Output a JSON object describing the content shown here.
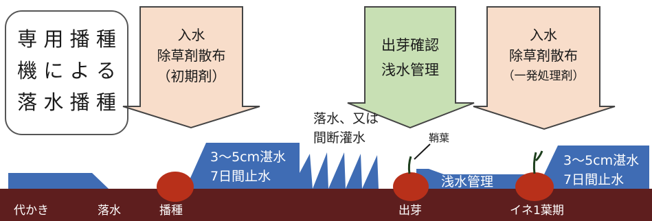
{
  "method_box": {
    "lines": [
      "専 用 播 種",
      "機 に よ る",
      "落 水 播 種"
    ]
  },
  "callouts": [
    {
      "lines": [
        "入水",
        "除草剤散布",
        "（初期剤）"
      ],
      "color": "#f8ddca"
    },
    {
      "lines": [
        "出芽確認",
        "浅水管理"
      ],
      "color": "#c8e0b4"
    },
    {
      "lines": [
        "入水",
        "除草剤散布",
        "（一発処理剤）"
      ],
      "color": "#f8ddca"
    }
  ],
  "water_labels": {
    "flood1_line1": "3～5cm湛水",
    "flood1_line2": "7日間止水",
    "shallow": "浅水管理",
    "flood2_line1": "3～5cm湛水",
    "flood2_line2": "7日間止水"
  },
  "drain_label": {
    "line1": "落水、又は",
    "line2": "間断灌水"
  },
  "seedling_label": "鞘葉",
  "stages": [
    "代かき",
    "落水",
    "播種",
    "出芽",
    "イネ1葉期"
  ],
  "colors": {
    "water": "#3f6cb4",
    "soil": "#5e1e1e",
    "seed": "#b8301a",
    "callout_outline": "#444444",
    "text_white": "#ffffff"
  }
}
